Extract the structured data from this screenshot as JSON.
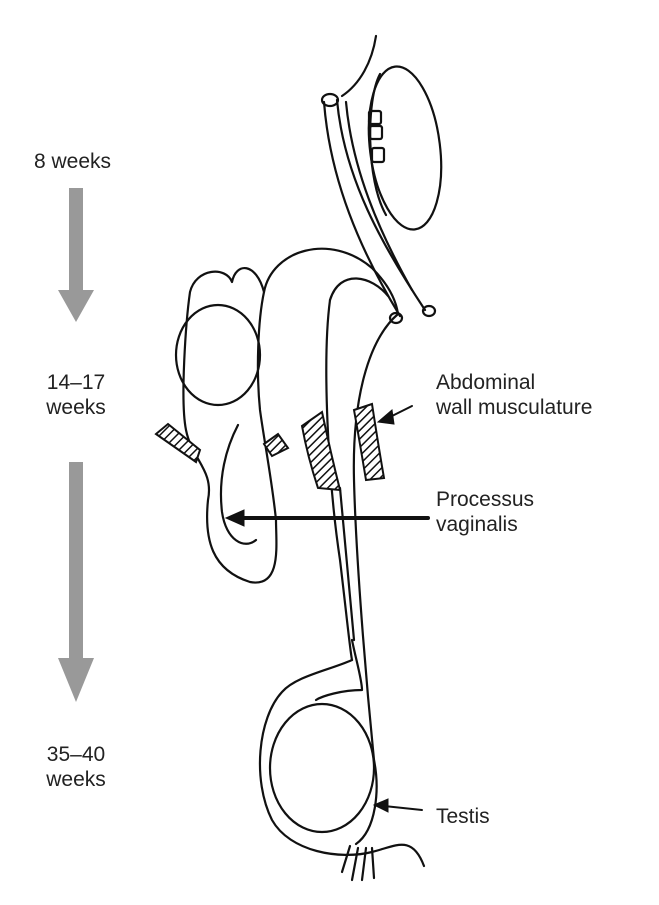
{
  "stages": {
    "week8": "8 weeks",
    "week14_line1": "14–17",
    "week14_line2": "weeks",
    "week35_line1": "35–40",
    "week35_line2": "weeks"
  },
  "labels": {
    "abdominal_line1": "Abdominal",
    "abdominal_line2": "wall musculature",
    "processus_line1": "Processus",
    "processus_line2": "vaginalis",
    "testis": "Testis"
  },
  "colors": {
    "timeline_arrow": "#999999",
    "line": "#111111"
  }
}
